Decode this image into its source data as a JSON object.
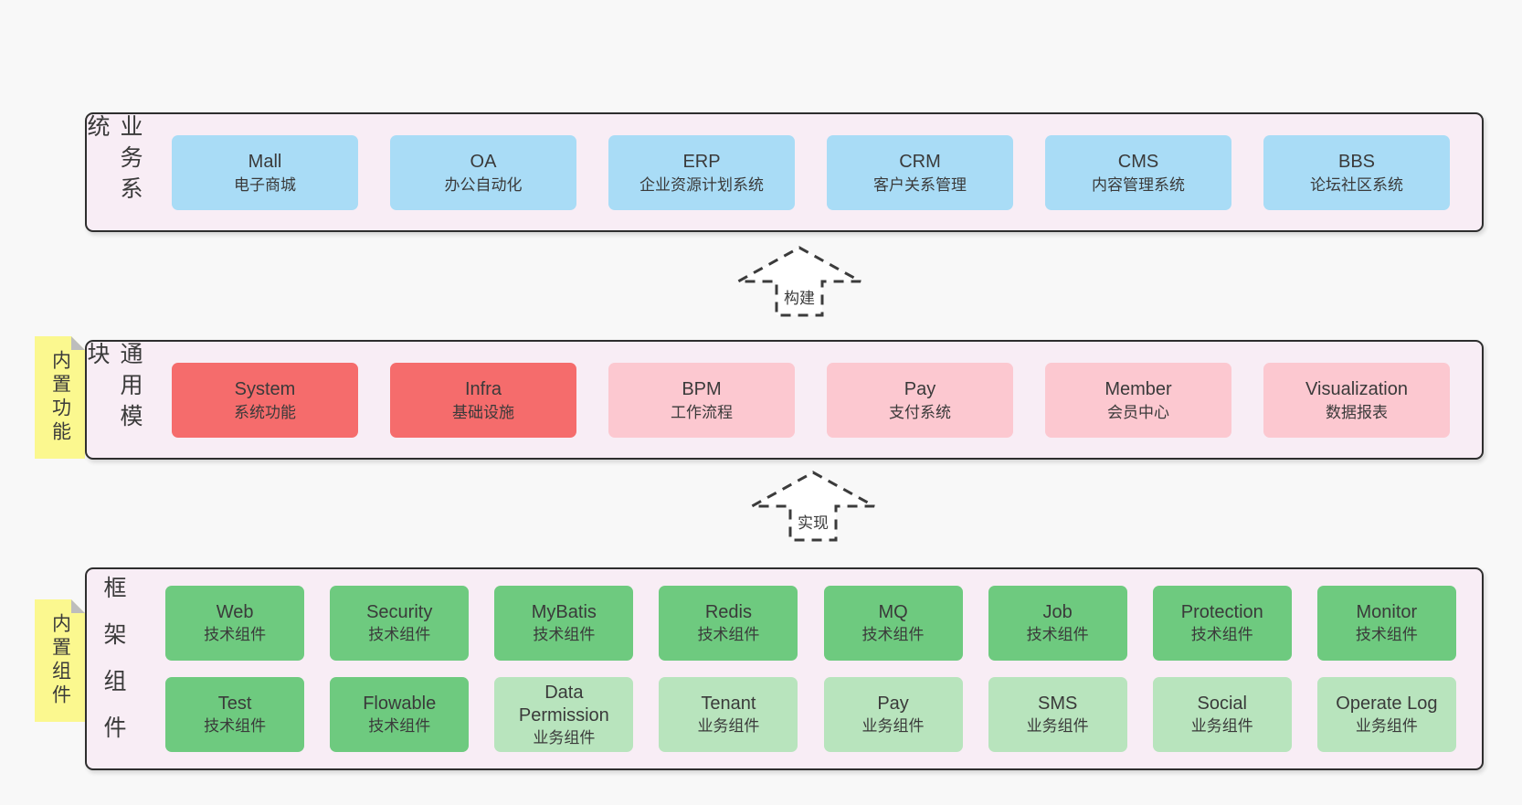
{
  "colors": {
    "page_bg": "#f8f8f8",
    "band_bg": "#f8edf5",
    "band_border": "#2e2e2e",
    "blue": "#a9dcf6",
    "red": "#f56c6c",
    "pink": "#fcc8d0",
    "green": "#6eca7f",
    "light_green": "#b8e4bd",
    "sticky_yellow": "#fbf88f",
    "fold_gray": "#bdbdbd",
    "text": "#3a3a3a"
  },
  "arrows": [
    {
      "label": "构建"
    },
    {
      "label": "实现"
    }
  ],
  "bands": [
    {
      "label": "业务系统",
      "boxes": [
        {
          "en": "Mall",
          "zh": "电子商城"
        },
        {
          "en": "OA",
          "zh": "办公自动化"
        },
        {
          "en": "ERP",
          "zh": "企业资源计划系统"
        },
        {
          "en": "CRM",
          "zh": "客户关系管理"
        },
        {
          "en": "CMS",
          "zh": "内容管理系统"
        },
        {
          "en": "BBS",
          "zh": "论坛社区系统"
        }
      ]
    },
    {
      "label": "通用模块",
      "sticky": "内置功能",
      "boxes": [
        {
          "en": "System",
          "zh": "系统功能"
        },
        {
          "en": "Infra",
          "zh": "基础设施"
        },
        {
          "en": "BPM",
          "zh": "工作流程"
        },
        {
          "en": "Pay",
          "zh": "支付系统"
        },
        {
          "en": "Member",
          "zh": "会员中心"
        },
        {
          "en": "Visualization",
          "zh": "数据报表"
        }
      ]
    },
    {
      "label": "框架组件",
      "sticky": "内置组件",
      "rows": [
        [
          {
            "en": "Web",
            "zh": "技术组件"
          },
          {
            "en": "Security",
            "zh": "技术组件"
          },
          {
            "en": "MyBatis",
            "zh": "技术组件"
          },
          {
            "en": "Redis",
            "zh": "技术组件"
          },
          {
            "en": "MQ",
            "zh": "技术组件"
          },
          {
            "en": "Job",
            "zh": "技术组件"
          },
          {
            "en": "Protection",
            "zh": "技术组件"
          },
          {
            "en": "Monitor",
            "zh": "技术组件"
          }
        ],
        [
          {
            "en": "Test",
            "zh": "技术组件"
          },
          {
            "en": "Flowable",
            "zh": "技术组件"
          },
          {
            "en": "Data Permission",
            "zh": "业务组件"
          },
          {
            "en": "Tenant",
            "zh": "业务组件"
          },
          {
            "en": "Pay",
            "zh": "业务组件"
          },
          {
            "en": "SMS",
            "zh": "业务组件"
          },
          {
            "en": "Social",
            "zh": "业务组件"
          },
          {
            "en": "Operate Log",
            "zh": "业务组件"
          }
        ]
      ]
    }
  ]
}
